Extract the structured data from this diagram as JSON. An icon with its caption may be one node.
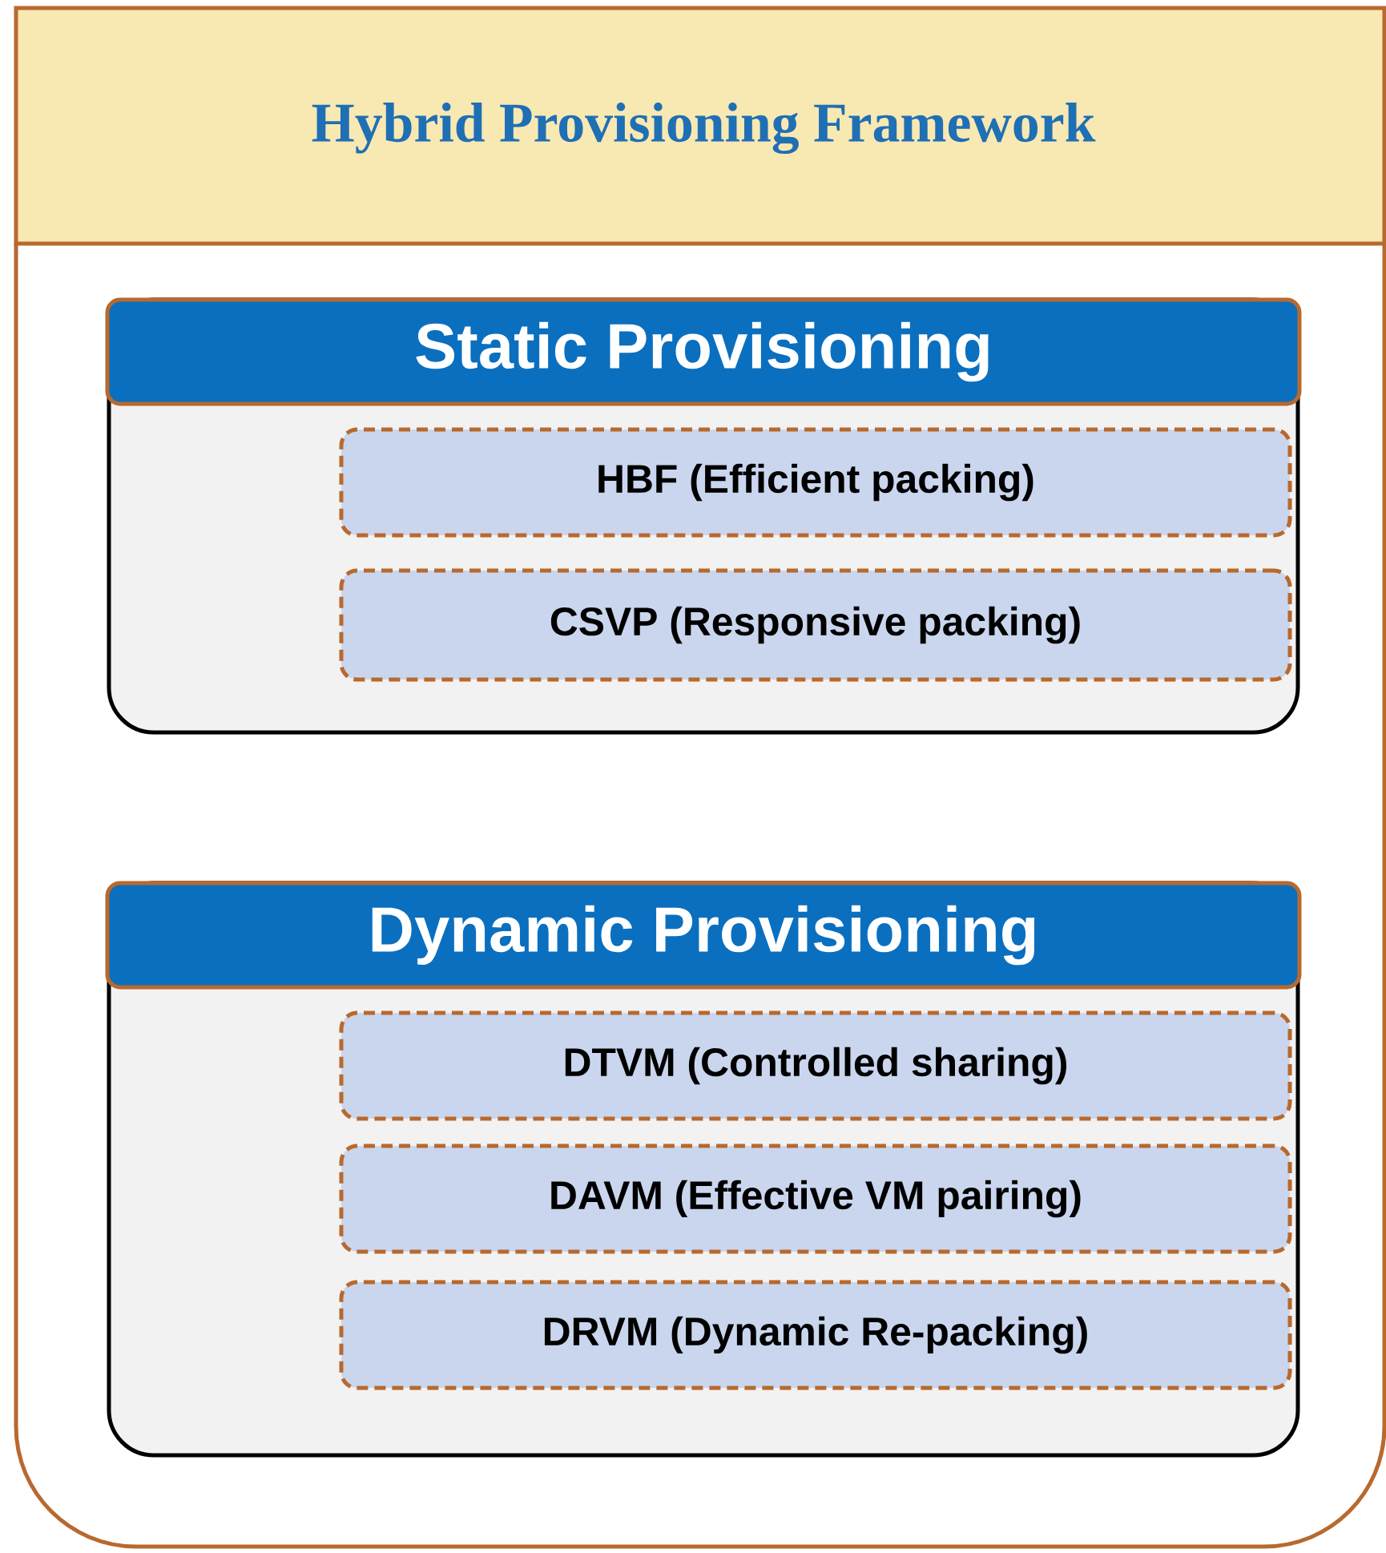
{
  "diagram": {
    "nodes": [
      {
        "text": [
          "Hybrid Provisioning Framework"
        ]
      },
      {
        "text": [
          "Static Provisioning"
        ],
        "in": 0
      },
      {
        "text": [
          "HBF (Efficient packing)"
        ],
        "in": 1
      },
      {
        "text": [
          "CSVP (Responsive packing)"
        ],
        "in": 1
      },
      {
        "text": [
          "Dynamic Provisioning"
        ],
        "in": 0
      },
      {
        "text": [
          "DTVM (Controlled sharing)"
        ],
        "in": 4
      },
      {
        "text": [
          "DAVM (Effective VM pairing)"
        ],
        "in": 4
      },
      {
        "text": [
          "DRVM (Dynamic Re-packing)"
        ],
        "in": 4
      }
    ]
  }
}
